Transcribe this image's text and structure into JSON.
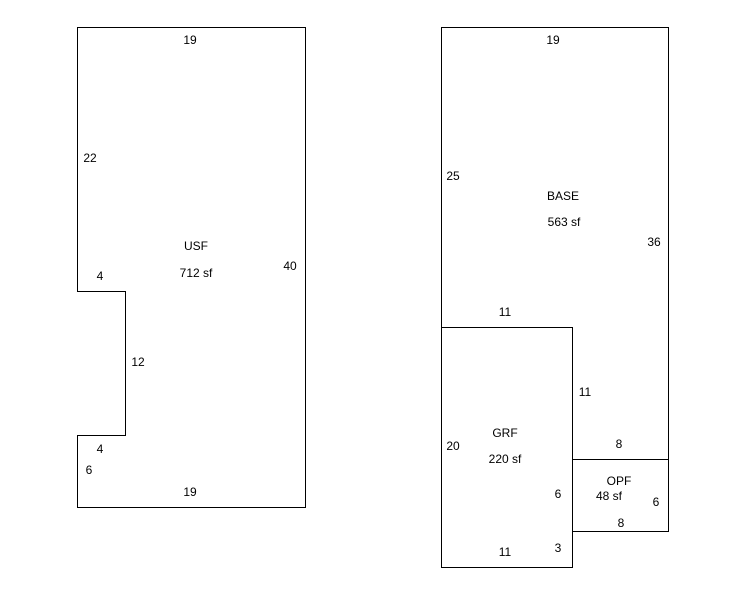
{
  "areas": {
    "usf": {
      "name": "USF",
      "area": "712 sf",
      "dims": {
        "top": "19",
        "left_upper": "22",
        "right": "40",
        "notch_top": "4",
        "notch_depth": "12",
        "notch_bottom": "4",
        "left_lower": "6",
        "bottom": "19"
      }
    },
    "base": {
      "name": "BASE",
      "area": "563 sf",
      "dims": {
        "top": "19",
        "left": "25",
        "right": "36",
        "bottom": "11",
        "inner_right": "11",
        "step": "8"
      }
    },
    "grf": {
      "name": "GRF",
      "area": "220 sf",
      "dims": {
        "left": "20",
        "right_upper": "6",
        "right_lower": "3",
        "bottom": "11"
      }
    },
    "opf": {
      "name": "OPF",
      "area": "48 sf",
      "dims": {
        "right": "6",
        "bottom": "8"
      }
    }
  }
}
